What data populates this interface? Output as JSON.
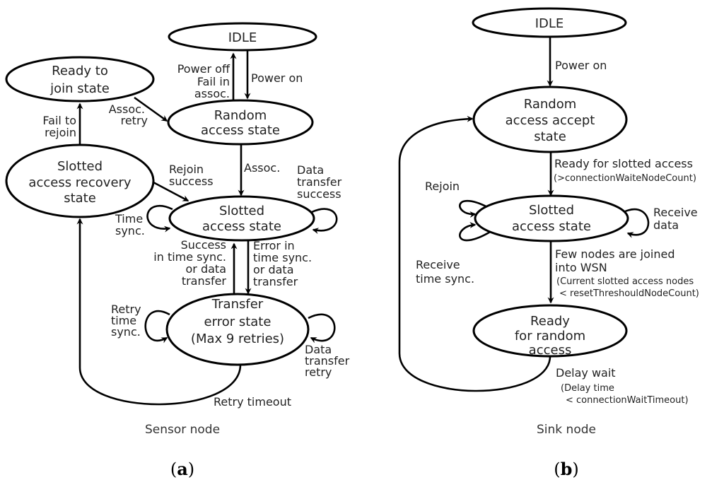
{
  "figure": {
    "panels": [
      {
        "id": "a",
        "subfigure_label": "a",
        "caption": "Sensor node",
        "states": [
          {
            "id": "idle",
            "lines": [
              "IDLE"
            ]
          },
          {
            "id": "ready_to_join",
            "lines": [
              "Ready to",
              "join state"
            ]
          },
          {
            "id": "random_access",
            "lines": [
              "Random",
              "access state"
            ]
          },
          {
            "id": "slotted_recovery",
            "lines": [
              "Slotted",
              "access recovery",
              "state"
            ]
          },
          {
            "id": "slotted_access",
            "lines": [
              "Slotted",
              "access state"
            ]
          },
          {
            "id": "transfer_error",
            "lines": [
              "Transfer",
              "error state",
              "(Max 9 retries)"
            ]
          }
        ],
        "transitions": [
          {
            "from": "random_access",
            "to": "idle",
            "lines": [
              "Power off",
              "Fail in",
              "assoc."
            ]
          },
          {
            "from": "idle",
            "to": "random_access",
            "lines": [
              "Power on"
            ]
          },
          {
            "from": "ready_to_join",
            "to": "random_access",
            "lines": [
              "Assoc.",
              "retry"
            ]
          },
          {
            "from": "slotted_recovery",
            "to": "ready_to_join",
            "lines": [
              "Fail to",
              "rejoin"
            ]
          },
          {
            "from": "random_access",
            "to": "slotted_access",
            "lines": [
              "Assoc."
            ]
          },
          {
            "from": "slotted_recovery",
            "to": "slotted_access",
            "lines": [
              "Rejoin",
              "success"
            ]
          },
          {
            "from": "slotted_access",
            "to": "slotted_access",
            "lines": [
              "Time",
              "sync."
            ]
          },
          {
            "from": "slotted_access",
            "to": "slotted_access",
            "lines": [
              "Data",
              "transfer",
              "success"
            ]
          },
          {
            "from": "transfer_error",
            "to": "slotted_access",
            "lines": [
              "Success",
              "in time sync.",
              "or data",
              "transfer"
            ]
          },
          {
            "from": "slotted_access",
            "to": "transfer_error",
            "lines": [
              "Error in",
              "time sync.",
              "or data",
              "transfer"
            ]
          },
          {
            "from": "transfer_error",
            "to": "transfer_error",
            "lines": [
              "Retry",
              "time",
              "sync."
            ]
          },
          {
            "from": "transfer_error",
            "to": "transfer_error",
            "lines": [
              "Data",
              "transfer",
              "retry"
            ]
          },
          {
            "from": "transfer_error",
            "to": "slotted_recovery",
            "lines": [
              "Retry timeout"
            ]
          }
        ]
      },
      {
        "id": "b",
        "subfigure_label": "b",
        "caption": "Sink node",
        "states": [
          {
            "id": "idle",
            "lines": [
              "IDLE"
            ]
          },
          {
            "id": "random_accept",
            "lines": [
              "Random",
              "access accept",
              "state"
            ]
          },
          {
            "id": "slotted_access",
            "lines": [
              "Slotted",
              "access state"
            ]
          },
          {
            "id": "ready_random",
            "lines": [
              "Ready",
              "for random",
              "access"
            ]
          }
        ],
        "transitions": [
          {
            "from": "idle",
            "to": "random_accept",
            "lines": [
              "Power on"
            ]
          },
          {
            "from": "random_accept",
            "to": "slotted_access",
            "lines": [
              "Ready for slotted access"
            ],
            "condition": "(>connectionWaiteNodeCount)"
          },
          {
            "from": "slotted_access",
            "to": "slotted_access",
            "lines": [
              "Rejoin"
            ]
          },
          {
            "from": "slotted_access",
            "to": "slotted_access",
            "lines": [
              "Receive",
              "time sync."
            ]
          },
          {
            "from": "slotted_access",
            "to": "slotted_access",
            "lines": [
              "Receive",
              "data"
            ]
          },
          {
            "from": "slotted_access",
            "to": "ready_random",
            "lines": [
              "Few nodes are joined",
              "into WSN"
            ],
            "condition_lines": [
              "(Current slotted access nodes",
              "< resetThreshouldNodeCount)"
            ]
          },
          {
            "from": "ready_random",
            "to": "random_accept",
            "lines": [
              "Delay wait"
            ],
            "condition_lines": [
              "(Delay time",
              "< connectionWaitTimeout)"
            ]
          }
        ]
      }
    ]
  }
}
